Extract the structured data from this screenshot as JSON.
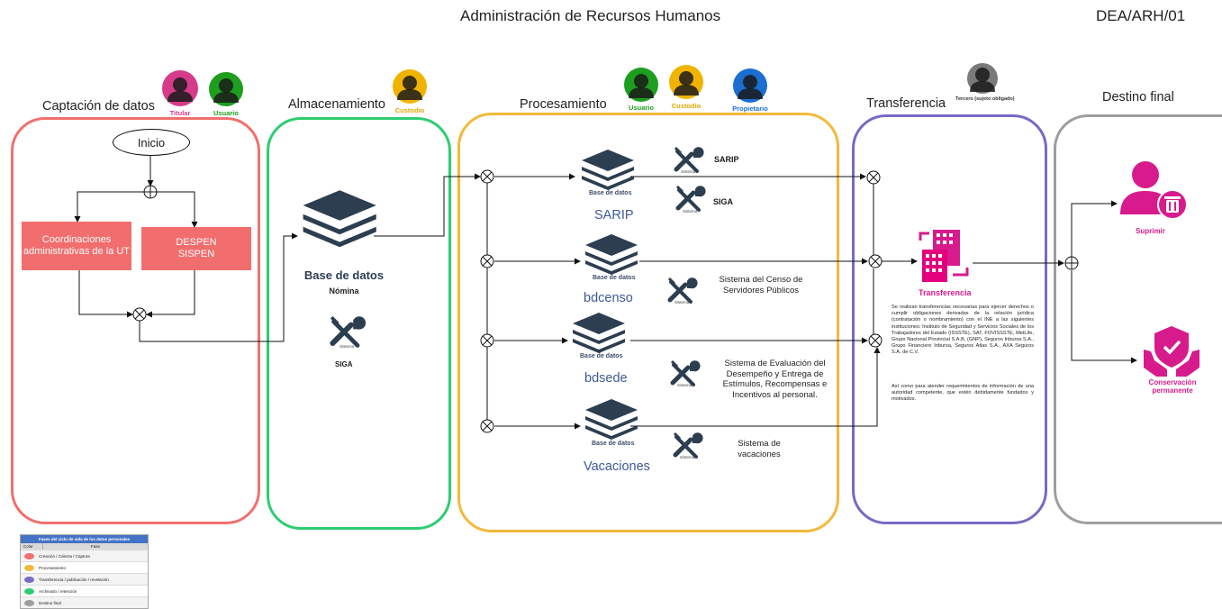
{
  "header": {
    "title": "Administración de Recursos Humanos",
    "code": "DEA/ARH/01"
  },
  "colors": {
    "captacion": "#f0706e",
    "almacenamiento": "#2ecc71",
    "procesamiento": "#f5b93a",
    "transferencia": "#7b68c4",
    "destino": "#9e9e9e",
    "magenta": "#d81b8c",
    "navy": "#2c3e50"
  },
  "phases": {
    "captacion": {
      "title": "Captación de datos",
      "roles": [
        "Titular",
        "Usuario"
      ]
    },
    "almacenamiento": {
      "title": "Almacenamiento",
      "roles": [
        "Custodio"
      ]
    },
    "procesamiento": {
      "title": "Procesamiento",
      "roles": [
        "Usuario",
        "Custodio",
        "Propietario"
      ]
    },
    "transferencia": {
      "title": "Transferencia",
      "roles": [
        "Tercero (sujeto obligado)"
      ]
    },
    "destino": {
      "title": "Destino final"
    }
  },
  "captacion": {
    "start": "Inicio",
    "box1": "Coordinaciones administrativas de la UT",
    "box2": "DESPEN SISPEN"
  },
  "almacenamiento": {
    "db_title": "Base de datos",
    "db_subtitle": "Nómina",
    "system_caption": "Sistema",
    "system_name": "SIGA"
  },
  "procesamiento": {
    "db_caption": "Base de datos",
    "system_caption": "Sistema",
    "rows": [
      {
        "db_name": "SARIP",
        "systems": [
          "SARIP",
          "SIGA"
        ]
      },
      {
        "db_name": "bdcenso",
        "systems": [
          "Sistema del Censo de Servidores Públicos"
        ]
      },
      {
        "db_name": "bdsede",
        "systems": [
          "Sistema de Evaluación del Desempeño y Entrega de Estímulos, Recompensas e Incentivos al personal."
        ]
      },
      {
        "db_name": "Vacaciones",
        "systems": [
          "Sistema de vacaciones"
        ]
      }
    ]
  },
  "transferencia": {
    "label": "Transferencia",
    "para1": "Se realizan transferencias necesarias para ejercer derechos o cumplir obligaciones derivadas de la relación jurídica (contratación o nombramiento) con el INE a las siguientes instituciones: Instituto de Seguridad y Servicios Sociales de los Trabajadores del Estado (ISSSTE), SAT, FOVISSSTE, MetLife, Grupo Nacional Provincial S.A.B. (GNP), Seguros Inbursa S.A., Grupo Financiero Inbursa, Seguros Atlas S.A., AXA Seguros S.A. de C.V.",
    "para2": "Así como para atender requerimientos de información de una autoridad competente, que estén debidamente fundados y motivados."
  },
  "destino": {
    "suprimir": "Suprimir",
    "conservacion": "Conservación permanente"
  },
  "legend": {
    "title": "Fases del ciclo de vida de los datos personales",
    "col_color": "Color",
    "col_phase": "Fase",
    "rows": [
      {
        "label": "Creación / Colecta / Captura",
        "color": "#f0706e"
      },
      {
        "label": "Procesamiento",
        "color": "#f5b93a"
      },
      {
        "label": "Transferencia / publicación / revelación",
        "color": "#7b68c4"
      },
      {
        "label": "Archivado / retención",
        "color": "#2ecc71"
      },
      {
        "label": "Destino final",
        "color": "#9e9e9e"
      }
    ]
  }
}
